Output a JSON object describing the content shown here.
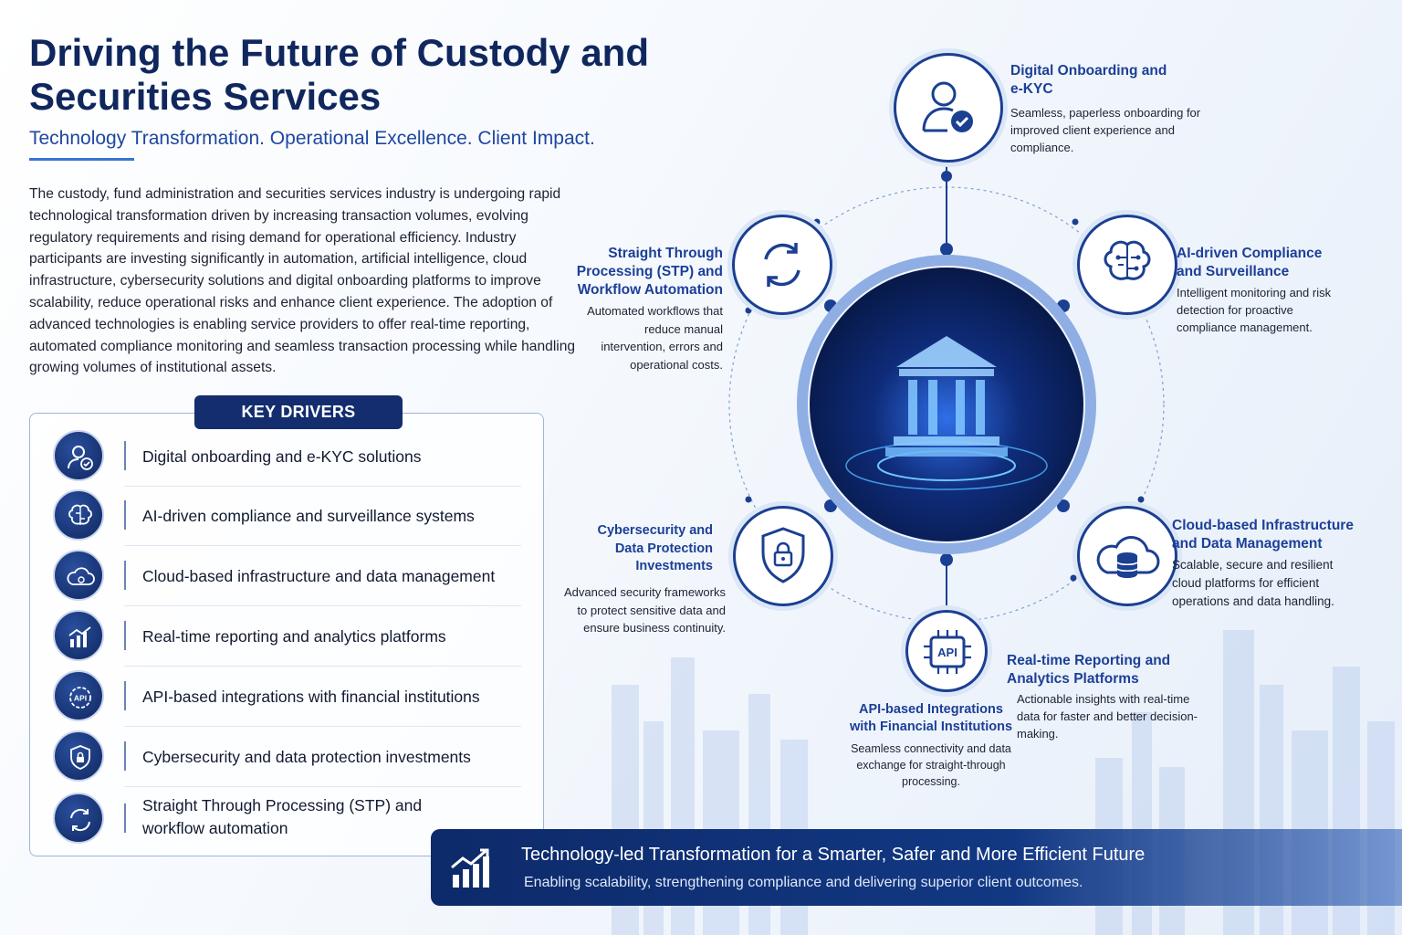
{
  "header": {
    "title": "Driving the Future of Custody and Securities Services",
    "subtitle": "Technology Transformation. Operational Excellence. Client Impact."
  },
  "intro": "The custody, fund administration and securities services industry is undergoing rapid technological transformation driven by increasing transaction volumes, evolving regulatory requirements and rising demand for operational efficiency. Industry participants are investing significantly in automation, artificial intelligence, cloud infrastructure, cybersecurity solutions and digital onboarding platforms to improve scalability, reduce operational risks and enhance client experience. The adoption of advanced technologies is enabling service providers to offer real-time reporting, automated compliance monitoring and seamless transaction processing while handling growing volumes of institutional assets.",
  "key_drivers": {
    "heading": "KEY DRIVERS",
    "items": [
      {
        "label": "Digital onboarding and e-KYC solutions",
        "icon": "user-check-icon"
      },
      {
        "label": "AI-driven compliance and surveillance systems",
        "icon": "brain-icon"
      },
      {
        "label": "Cloud-based infrastructure and data management",
        "icon": "cloud-icon"
      },
      {
        "label": "Real-time reporting and analytics platforms",
        "icon": "bar-chart-icon"
      },
      {
        "label": "API-based integrations with financial institutions",
        "icon": "api-gear-icon"
      },
      {
        "label": "Cybersecurity and data protection investments",
        "icon": "shield-lock-icon"
      },
      {
        "label": "Straight Through Processing (STP) and workflow automation",
        "icon": "refresh-icon"
      }
    ]
  },
  "diagram": {
    "center_icon": "bank-building-icon",
    "nodes": {
      "onboarding": {
        "title": "Digital Onboarding and e-KYC",
        "desc": "Seamless, paperless onboarding for improved client experience and compliance.",
        "icon": "user-check-icon"
      },
      "ai": {
        "title": "AI-driven Compliance and Surveillance",
        "desc": "Intelligent monitoring and risk detection for proactive compliance management.",
        "icon": "brain-icon"
      },
      "cloud": {
        "title": "Cloud-based Infrastructure and Data Management",
        "desc": "Scalable, secure and resilient cloud platforms for efficient operations and data handling.",
        "icon": "cloud-database-icon"
      },
      "reporting": {
        "title": "Real-time Reporting and Analytics Platforms",
        "desc": "Actionable insights with real-time data for faster and better decision-making."
      },
      "api": {
        "title": "API-based Integrations with Financial Institutions",
        "desc": "Seamless connectivity and data exchange for straight-through processing.",
        "icon": "api-chip-icon",
        "icon_text": "API"
      },
      "cyber": {
        "title": "Cybersecurity and Data Protection Investments",
        "desc": "Advanced security frameworks to protect sensitive data and ensure business continuity.",
        "icon": "shield-lock-icon"
      },
      "stp": {
        "title": "Straight Through Processing (STP) and Workflow Automation",
        "desc": "Automated workflows that reduce manual intervention, errors and operational costs.",
        "icon": "refresh-icon"
      }
    }
  },
  "banner": {
    "title": "Technology-led Transformation for a Smarter, Safer and More Efficient Future",
    "subtitle": "Enabling scalability, strengthening compliance and delivering superior client outcomes.",
    "icon": "growth-chart-icon"
  },
  "colors": {
    "navy": "#10275e",
    "accent": "#1c3f97",
    "ring": "#8eaee4",
    "banner": "#0d2a6a"
  }
}
